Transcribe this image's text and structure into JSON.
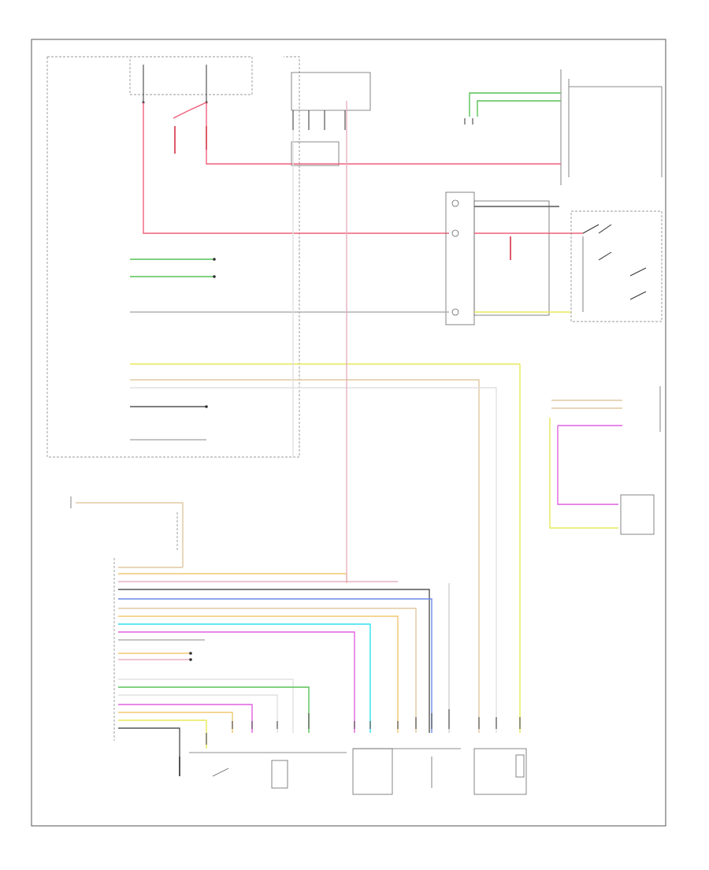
{
  "diagram": {
    "colors": {
      "red": "#f0607a",
      "pink": "#f04070",
      "green": "#57c257",
      "yellow": "#e8e85a",
      "tan": "#e0c8a0",
      "gray": "#b0b0b0",
      "blue": "#6a8ae8",
      "cyan": "#30e0f0",
      "magenta": "#e060e0",
      "orange": "#f0c870",
      "dark": "#333333"
    },
    "figure_code": "",
    "components": [
      {
        "id": "ecm",
        "name": "engine-control-module-box"
      },
      {
        "id": "sdm",
        "name": "steering-wheel-controls-box"
      },
      {
        "id": "tcm",
        "name": "transmission-range-switch-box"
      }
    ],
    "labels": {
      "steering_controls": "",
      "engine_control": "",
      "brake_switch": "",
      "transmission": ""
    }
  }
}
